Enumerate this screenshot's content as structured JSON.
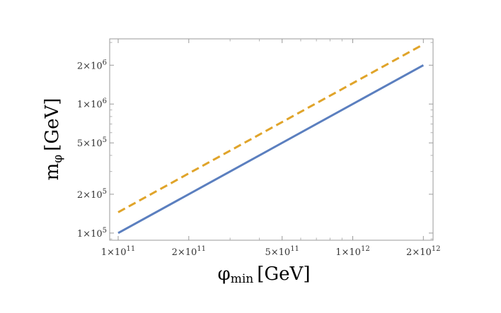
{
  "chart_data": {
    "type": "line",
    "x_scale": "log",
    "y_scale": "log",
    "xlim": [
      92000000000.0,
      2200000000000.0
    ],
    "ylim": [
      88000.0,
      3200000.0
    ],
    "grid": false,
    "legend": "none",
    "xlabel": {
      "main": "φ",
      "sub": "min",
      "unit": "[GeV]"
    },
    "ylabel": {
      "main": "m",
      "sub": "φ",
      "unit": "[GeV]"
    },
    "x_ticks": [
      {
        "value": 100000000000.0,
        "mantissa": "1×10",
        "exp": "11"
      },
      {
        "value": 200000000000.0,
        "mantissa": "2×10",
        "exp": "11"
      },
      {
        "value": 500000000000.0,
        "mantissa": "5×10",
        "exp": "11"
      },
      {
        "value": 1000000000000.0,
        "mantissa": "1×10",
        "exp": "12"
      },
      {
        "value": 2000000000000.0,
        "mantissa": "2×10",
        "exp": "12"
      }
    ],
    "y_ticks": [
      {
        "value": 100000.0,
        "mantissa": "1×10",
        "exp": "5"
      },
      {
        "value": 200000.0,
        "mantissa": "2×10",
        "exp": "5"
      },
      {
        "value": 500000.0,
        "mantissa": "5×10",
        "exp": "5"
      },
      {
        "value": 1000000.0,
        "mantissa": "1×10",
        "exp": "6"
      },
      {
        "value": 2000000.0,
        "mantissa": "2×10",
        "exp": "6"
      }
    ],
    "series": [
      {
        "style": "solid",
        "color": "#5b7fbf",
        "x": [
          100000000000.0,
          2000000000000.0
        ],
        "y": [
          100000.0,
          2000000.0
        ]
      },
      {
        "style": "dashed",
        "color": "#e0a42a",
        "x": [
          100000000000.0,
          2000000000000.0
        ],
        "y": [
          145000.0,
          2900000.0
        ]
      }
    ]
  }
}
